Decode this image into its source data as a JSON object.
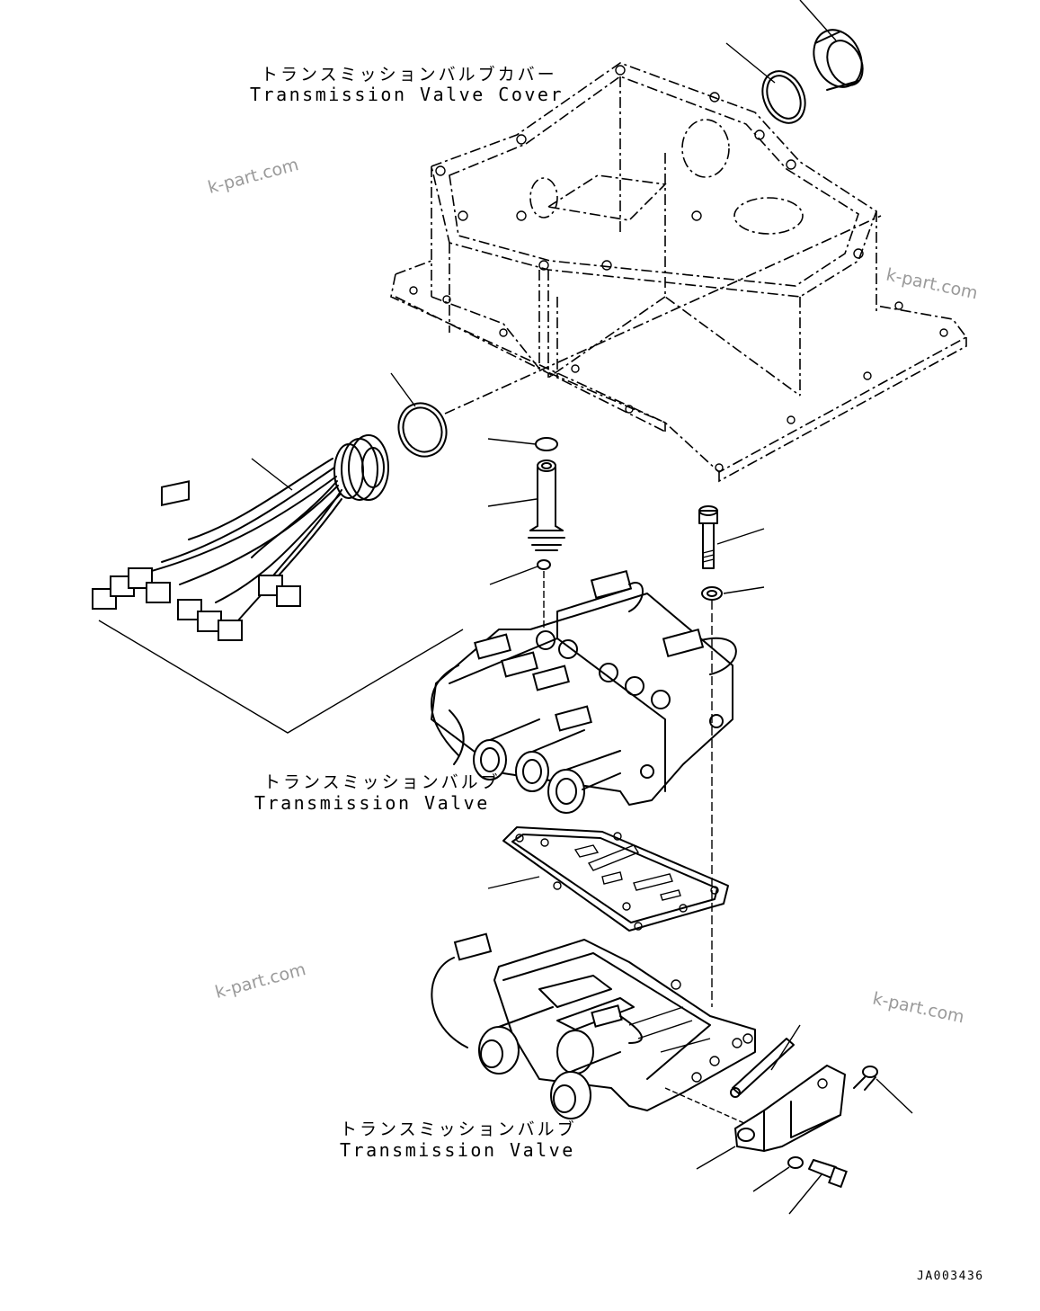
{
  "labels": {
    "cover_jp": "トランスミッションバルブカバー",
    "cover_en": "Transmission Valve Cover",
    "valve_upper_jp": "トランスミッションバルブ",
    "valve_upper_en": "Transmission Valve",
    "valve_lower_jp": "トランスミッションバルブ",
    "valve_lower_en": "Transmission Valve"
  },
  "watermarks": [
    "k-part.com",
    "k-part.com",
    "k-part.com",
    "k-part.com"
  ],
  "document_id": "JA003436",
  "icons": [
    "valve-cover-drawing",
    "seal-ring-drawing",
    "o-ring-drawing",
    "wiring-harness-drawing",
    "tube-drawing",
    "bolt-drawing",
    "washer-drawing",
    "valve-body-drawing",
    "gasket-drawing",
    "bracket-drawing",
    "screw-drawing",
    "pin-drawing"
  ]
}
